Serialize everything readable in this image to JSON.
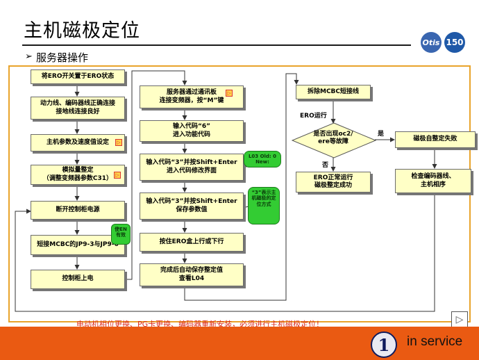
{
  "page": {
    "title": "主机磁极定位",
    "subtitle": "服务器操作",
    "warning": "电动机相位更换、PG卡更换、编码器重新安装，必须进行主机磁极定位！",
    "footer_badge": "1",
    "footer_text": "in service",
    "logo_left_text": "Otis",
    "logo_right_text": "150"
  },
  "flow": {
    "col1": [
      "将ERO开关置于ERO状态",
      "动力线、编码器线正确连接\n接地线连接良好",
      "主机参数及速度值设定",
      "模拟量整定\n（调整变频器参数C31）",
      "断开控制柜电源",
      "短接MCBC的JP9-3与JP9-6",
      "控制柜上电"
    ],
    "col2": [
      "服务器通过通讯板\n连接变频器，按“M”键",
      "输入代码“6”\n进入功能代码",
      "输入代码“3”并按Shift+Enter\n进入代码修改界面",
      "输入代码“3”并按Shift+Enter\n保存参数值",
      "按住ERO盒上行或下行",
      "完成后自动保存整定值\n查看L04"
    ],
    "col3": {
      "remove": "拆除MCBC短接线",
      "ero_run_label": "ERO运行",
      "decision": "是否出现oc2/\nere等故障",
      "yes_label": "是",
      "no_label": "否",
      "success": "ERO正常运行\n磁极整定成功",
      "fail": "磁极自整定失败",
      "check": "检查编码器线、\n主机相序"
    },
    "callouts": {
      "c1": "L03 Old:  0\nNew:",
      "c2": "“3”表示主机磁极的定位方式",
      "c3": "使EN有效"
    }
  }
}
